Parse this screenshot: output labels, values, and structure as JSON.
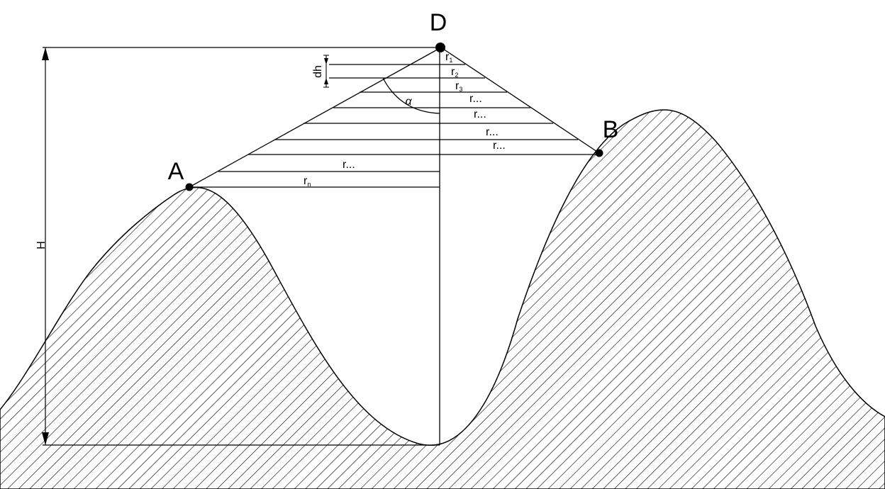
{
  "points": {
    "d": "D",
    "a": "A",
    "b": "B"
  },
  "height_label": "H",
  "dh_label": "dh",
  "angle_label": "α",
  "radii": [
    {
      "base": "r",
      "sub": "1"
    },
    {
      "base": "r",
      "sub": "2"
    },
    {
      "base": "r",
      "sub": "3"
    },
    {
      "base": "r...",
      "sub": ""
    },
    {
      "base": "r...",
      "sub": ""
    },
    {
      "base": "r...",
      "sub": ""
    },
    {
      "base": "r...",
      "sub": ""
    },
    {
      "base": "r...",
      "sub": ""
    },
    {
      "base": "r",
      "sub": "n"
    }
  ],
  "colors": {
    "line": "#000000",
    "hatch": "#000000",
    "background": "#ffffff"
  }
}
